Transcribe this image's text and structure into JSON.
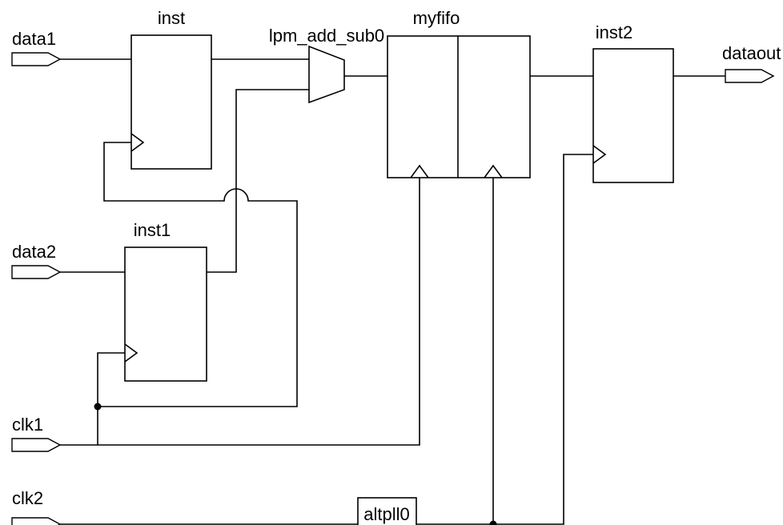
{
  "diagram": {
    "ports": {
      "data1": "data1",
      "data2": "data2",
      "clk1": "clk1",
      "clk2": "clk2",
      "dataout": "dataout"
    },
    "blocks": {
      "inst": "inst",
      "inst1": "inst1",
      "adder": "lpm_add_sub0",
      "fifo": "myfifo",
      "inst2": "inst2",
      "pll": "altpll0"
    },
    "colors": {
      "line": "#000000",
      "background": "#ffffff"
    }
  }
}
